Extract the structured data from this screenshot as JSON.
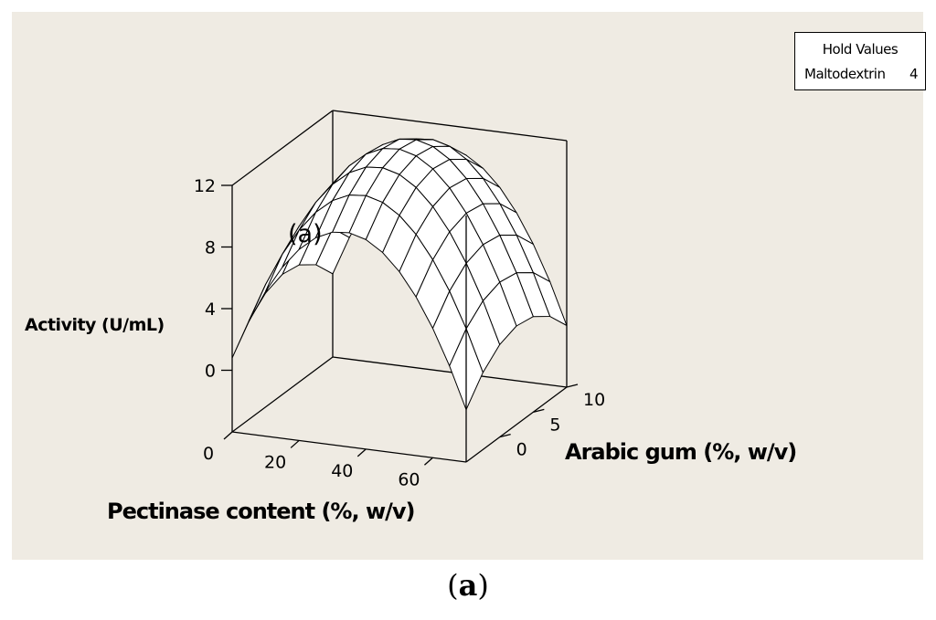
{
  "colors": {
    "panel_bg": "#efebe3",
    "ink": "#000000",
    "surface_fill": "#ffffff"
  },
  "legend": {
    "title": "Hold Values",
    "variable": "Maltodextrin",
    "value": "4"
  },
  "caption": {
    "open": "(",
    "letter": "a",
    "close": ")"
  },
  "chart_data": {
    "type": "surface",
    "title": "",
    "annotation": "(a)",
    "xlabel": "Pectinase content (%, w/v)",
    "ylabel": "Arabic gum (%, w/v)",
    "zlabel": "Activity (U/mL)",
    "x_ticks": [
      "0",
      "20",
      "40",
      "60"
    ],
    "y_ticks": [
      "0",
      "5",
      "10"
    ],
    "z_ticks": [
      "0",
      "4",
      "8",
      "12"
    ],
    "xlim": [
      0,
      70
    ],
    "ylim": [
      -5,
      10
    ],
    "zlim": [
      -4,
      12
    ],
    "grid": false,
    "legend_placement": "top-right",
    "x": [
      0,
      5,
      10,
      15,
      20,
      25,
      30,
      35,
      40,
      45,
      50,
      55,
      60,
      65,
      70
    ],
    "y": [
      -5,
      -2.5,
      0,
      2.5,
      5,
      7.5,
      10
    ],
    "z": [
      [
        0.8,
        3.3,
        5.4,
        7.1,
        8.4,
        9.3,
        9.8,
        9.9,
        9.6,
        8.9,
        7.8,
        6.3,
        4.4,
        2.1,
        -0.6
      ],
      [
        2.4,
        4.9,
        7.0,
        8.7,
        10.0,
        10.9,
        11.4,
        11.5,
        11.2,
        10.5,
        9.4,
        7.9,
        6.0,
        3.7,
        1.0
      ],
      [
        3.4,
        5.9,
        8.0,
        9.7,
        11.0,
        11.9,
        12.4,
        12.5,
        12.2,
        11.5,
        10.4,
        8.9,
        7.0,
        4.7,
        2.0
      ],
      [
        3.8,
        6.3,
        8.4,
        10.1,
        11.4,
        12.3,
        12.8,
        12.9,
        12.6,
        11.9,
        10.8,
        9.3,
        7.4,
        5.1,
        2.4
      ],
      [
        3.6,
        6.1,
        8.2,
        9.9,
        11.2,
        12.1,
        12.6,
        12.7,
        12.4,
        11.7,
        10.6,
        9.1,
        7.2,
        4.9,
        2.2
      ],
      [
        2.8,
        5.3,
        7.4,
        9.1,
        10.4,
        11.3,
        11.8,
        11.9,
        11.6,
        10.9,
        9.8,
        8.3,
        6.4,
        4.1,
        1.4
      ],
      [
        1.4,
        3.9,
        6.0,
        7.7,
        9.0,
        9.9,
        10.4,
        10.5,
        10.2,
        9.5,
        8.4,
        6.9,
        5.0,
        2.7,
        0.0
      ]
    ]
  }
}
